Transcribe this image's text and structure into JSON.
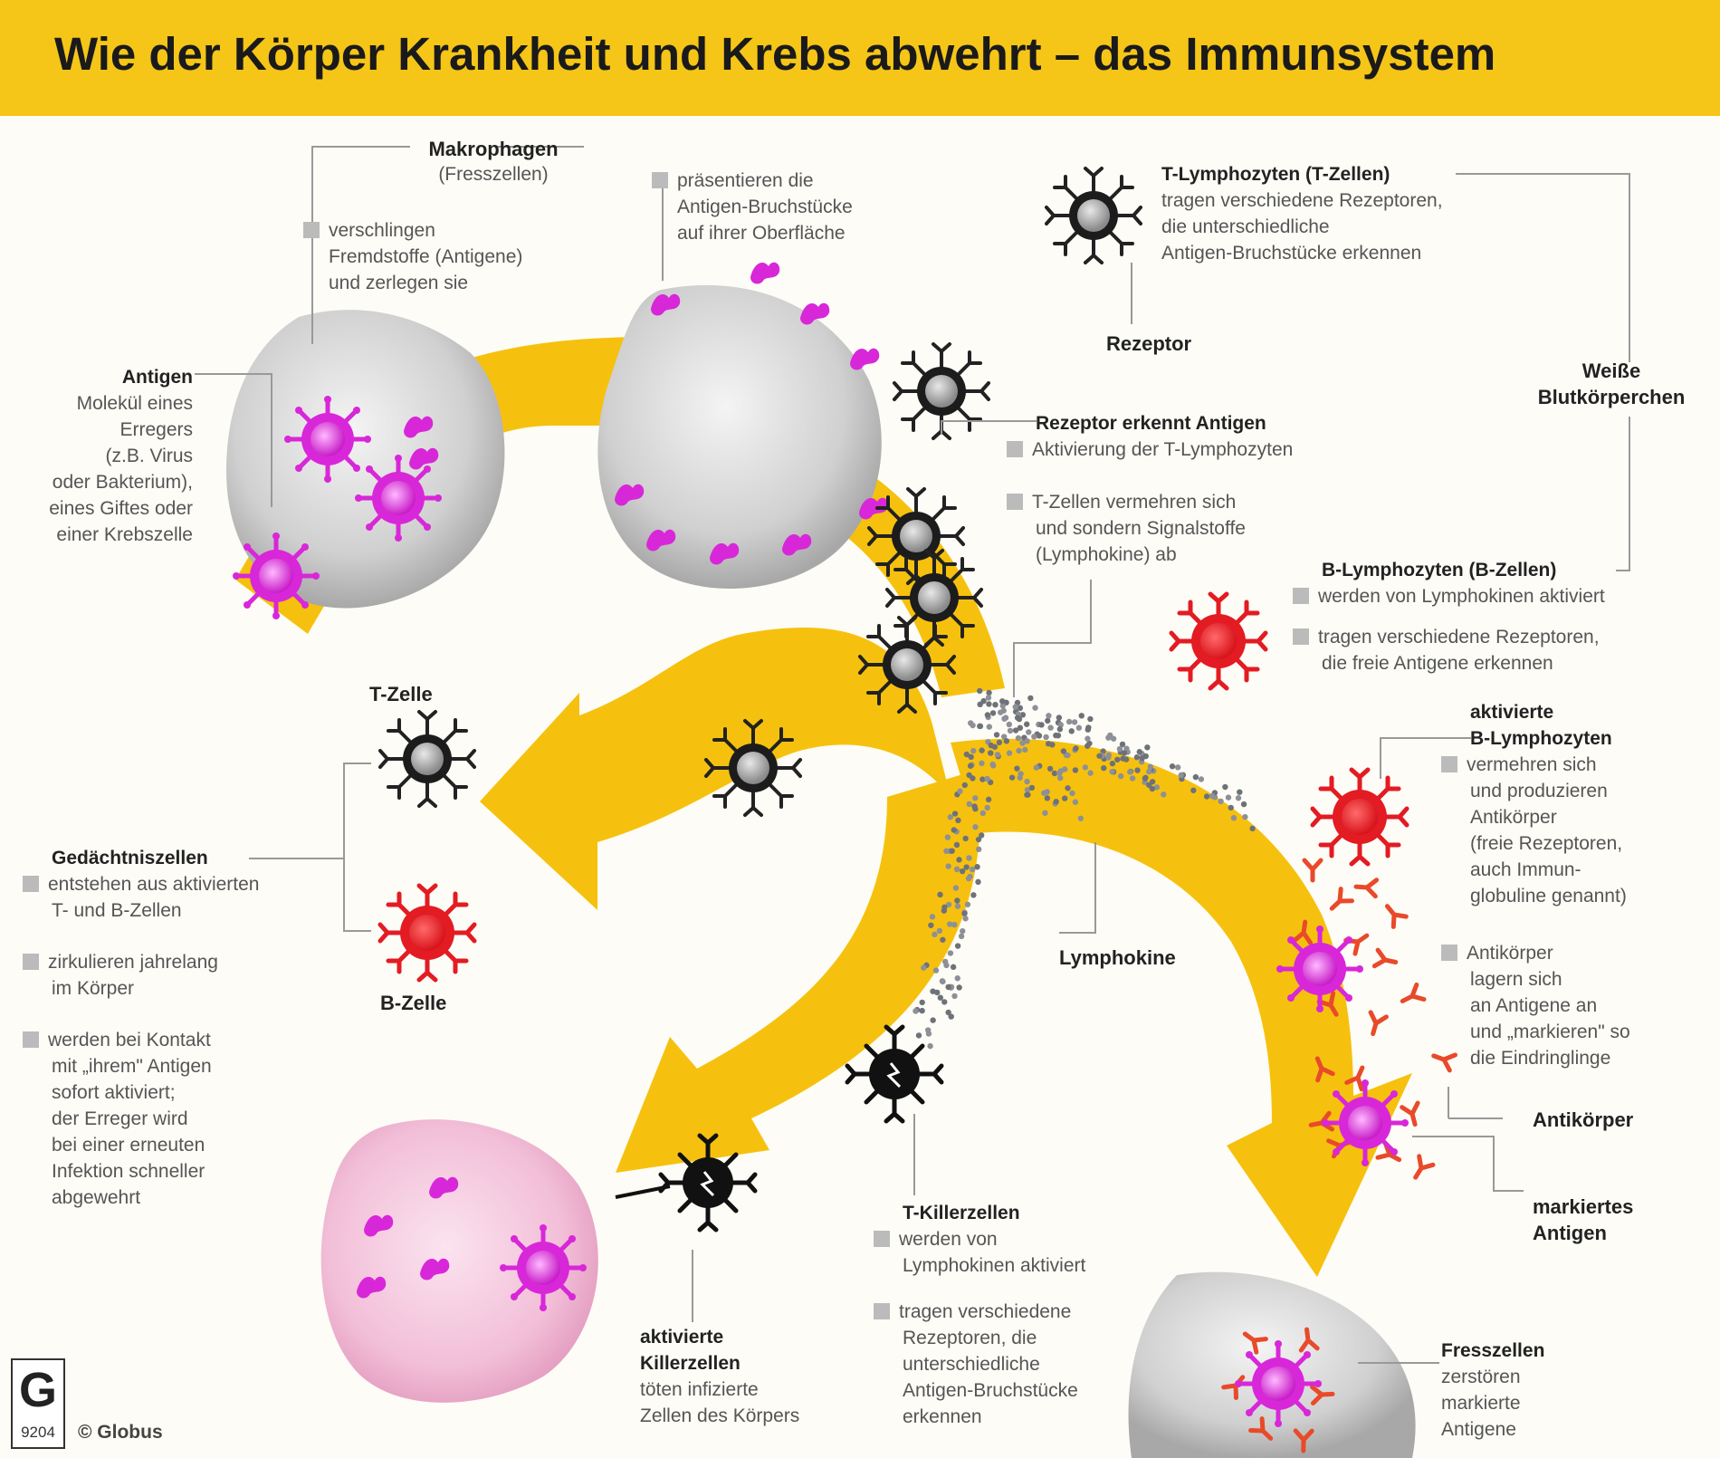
{
  "title": "Wie der Körper Krankheit und Krebs abwehrt – das Immunsystem",
  "colors": {
    "title_bg": "#f5c518",
    "arrow": "#f6c10e",
    "antigen": "#d827d8",
    "b_cell": "#e31b23",
    "t_cell": "#222222"
  },
  "labels": {
    "makrophagen": {
      "title": "Makrophagen",
      "sub": "(Fresszellen)"
    },
    "verschlingen": [
      "verschlingen",
      "Fremdstoffe (Antigene)",
      "und zerlegen sie"
    ],
    "praesentieren": [
      "präsentieren die",
      "Antigen-Bruchstücke",
      "auf ihrer Oberfläche"
    ],
    "tlymph": {
      "title": "T-Lymphozyten (T-Zellen)",
      "lines": [
        "tragen verschiedene Rezeptoren,",
        "die unterschiedliche",
        "Antigen-Bruchstücke erkennen"
      ]
    },
    "rezeptor": "Rezeptor",
    "weisse": [
      "Weiße",
      "Blutkörperchen"
    ],
    "antigen": {
      "title": "Antigen",
      "lines": [
        "Molekül eines",
        "Erregers",
        "(z.B. Virus",
        "oder Bakterium),",
        "eines Giftes oder",
        "einer Krebszelle"
      ]
    },
    "rezeptor_erkennt": {
      "title": "Rezeptor erkennt Antigen",
      "line": "Aktivierung der T-Lymphozyten"
    },
    "tzellen_vermehren": [
      "T-Zellen vermehren sich",
      "und sondern Signalstoffe",
      "(Lymphokine) ab"
    ],
    "blymph": {
      "title": "B-Lymphozyten (B-Zellen)",
      "line1": "werden von Lymphokinen aktiviert",
      "line2": [
        "tragen verschiedene Rezeptoren,",
        "die freie Antigene erkennen"
      ]
    },
    "tzelle": "T-Zelle",
    "aktivierte_b": {
      "title": [
        "aktivierte",
        "B-Lymphozyten"
      ],
      "lines": [
        "vermehren sich",
        "und produzieren",
        "Antikörper",
        "(freie Rezeptoren,",
        "auch Immun-",
        "globuline genannt)"
      ]
    },
    "gedaechtnis": {
      "title": "Gedächtniszellen",
      "b1": [
        "entstehen aus aktivierten",
        "T- und B-Zellen"
      ],
      "b2": [
        "zirkulieren jahrelang",
        "im Körper"
      ],
      "b3": [
        "werden bei Kontakt",
        "mit „ihrem\" Antigen",
        "sofort aktiviert;",
        "der Erreger wird",
        "bei einer erneuten",
        "Infektion schneller",
        "abgewehrt"
      ]
    },
    "bzelle": "B-Zelle",
    "lymphokine": "Lymphokine",
    "antikoerper_lagern": [
      "Antikörper",
      "lagern sich",
      "an Antigene an",
      "und „markieren\" so",
      "die Eindringlinge"
    ],
    "antikoerper": "Antikörper",
    "markiertes": [
      "markiertes",
      "Antigen"
    ],
    "tkiller": {
      "title": "T-Killerzellen",
      "b1": [
        "werden von",
        "Lymphokinen aktiviert"
      ],
      "b2": [
        "tragen verschiedene",
        "Rezeptoren, die",
        "unterschiedliche",
        "Antigen-Bruchstücke",
        "erkennen"
      ]
    },
    "aktivierte_killer": {
      "title": [
        "aktivierte",
        "Killerzellen"
      ],
      "lines": [
        "töten infizierte",
        "Zellen des Körpers"
      ]
    },
    "fresszellen": {
      "title": "Fresszellen",
      "lines": [
        "zerstören",
        "markierte",
        "Antigene"
      ]
    }
  },
  "logo": {
    "letter": "G",
    "number": "9204"
  },
  "copyright": "© Globus"
}
